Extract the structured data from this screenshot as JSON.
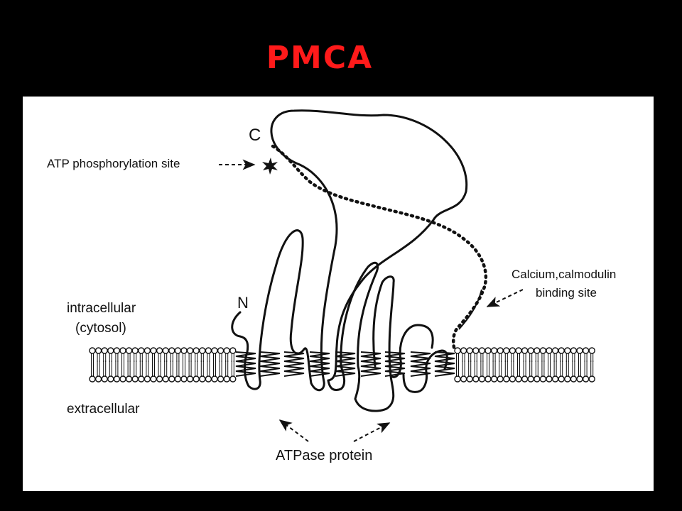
{
  "title": "PMCA",
  "colors": {
    "title": "#ff1a1a",
    "background": "#000000",
    "panel": "#ffffff",
    "ink": "#111111"
  },
  "labels": {
    "c_terminus": "C",
    "n_terminus": "N",
    "atp_site": "ATP phosphorylation site",
    "calmodulin_line1": "Calcium,calmodulin",
    "calmodulin_line2": "binding site",
    "intracellular_line1": "intracellular",
    "intracellular_line2": "(cytosol)",
    "extracellular": "extracellular",
    "atpase": "ATPase protein"
  },
  "icons": [
    "star-icon",
    "arrow-icon"
  ]
}
